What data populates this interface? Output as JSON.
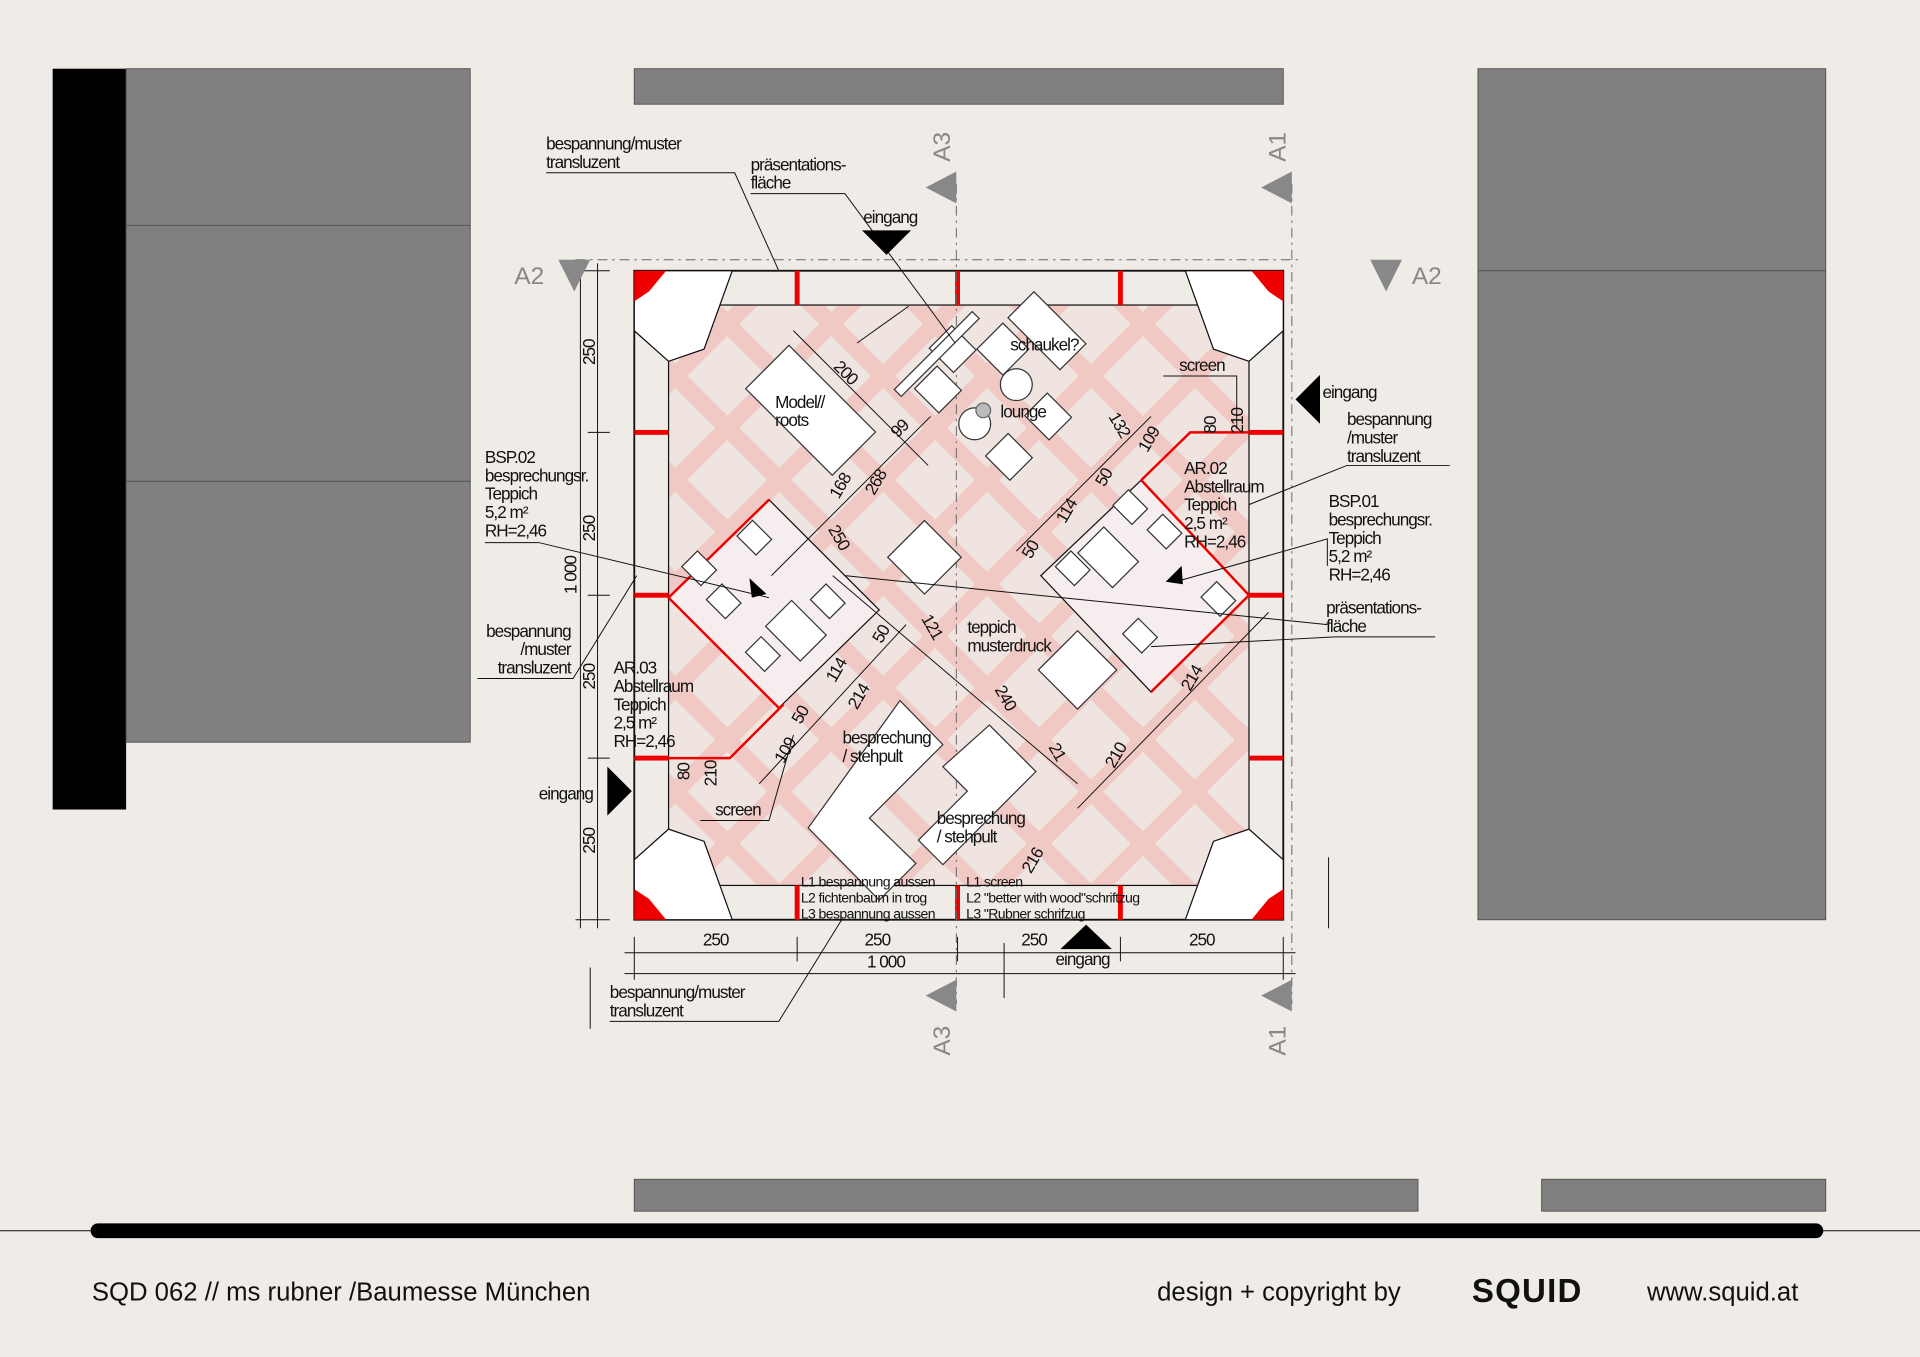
{
  "colors": {
    "background": "#efebe6",
    "block": "#808080",
    "accent": "#e00000",
    "carpet": "#f0cfca"
  },
  "sections": {
    "a1_top": "A1",
    "a1_bottom": "A1",
    "a2_left": "A2",
    "a2_right": "A2",
    "a3_top": "A3",
    "a3_bottom": "A3"
  },
  "entrances": {
    "top": "eingang",
    "right": "eingang",
    "left": "eingang",
    "bottom": "eingang"
  },
  "labels": {
    "bespannung_top": [
      "bespannung/muster",
      "transluzent"
    ],
    "praes_top": [
      "präsentations-",
      "fläche"
    ],
    "bsp02": [
      "BSP.02",
      "besprechungsr.",
      "Teppich",
      "5,2  m²",
      "RH=2,46"
    ],
    "bespannung_left": [
      "bespannung",
      "/muster",
      "transluzent"
    ],
    "ar03": [
      "AR.03",
      "Abstellraum",
      "Teppich",
      "2,5  m²",
      "RH=2,46"
    ],
    "screen_left": "screen",
    "model": [
      "Model//",
      "roots"
    ],
    "schaukel": "schaukel?",
    "lounge": "lounge",
    "screen_right": "screen",
    "bespannung_right": [
      "bespannung",
      "/muster",
      "transluzent"
    ],
    "ar02": [
      "AR.02",
      "Abstellraum",
      "Teppich",
      "2,5  m²",
      "RH=2,46"
    ],
    "bsp01": [
      "BSP.01",
      "besprechungsr.",
      "Teppich",
      "5,2  m²",
      "RH=2,46"
    ],
    "praes_right": [
      "präsentations-",
      "fläche"
    ],
    "teppich": [
      "teppich",
      "musterdruck"
    ],
    "stehpult1": [
      "besprechung",
      "/ stehpult"
    ],
    "stehpult2": [
      "besprechung",
      "/ stehpult"
    ],
    "legend_left": [
      "L1 bespannung  aussen",
      "L2 fichtenbaum in trog",
      "L3 bespannung aussen"
    ],
    "legend_right": [
      "L1 screen",
      "L2 \"better  with  wood\"schriftzug",
      "L3 \"Rubner schrifzug"
    ],
    "bespannung_bottom": [
      "bespannung/muster",
      "transluzent"
    ]
  },
  "dimensions": {
    "bottom": [
      "250",
      "250",
      "250",
      "250"
    ],
    "bottom_total": "1 000",
    "left": [
      "250",
      "250",
      "250",
      "250"
    ],
    "left_total": "1 000",
    "diagonal": [
      "200",
      "99",
      "168",
      "268",
      "250",
      "132",
      "109",
      "50",
      "114",
      "50",
      "80",
      "210",
      "121",
      "50",
      "114",
      "214",
      "50",
      "109",
      "240",
      "21",
      "210",
      "216",
      "214",
      "80",
      "210"
    ]
  },
  "footer": {
    "project": "SQD 062 // ms rubner  /Baumesse München",
    "credit": "design + copyright  by",
    "logo": "SQUID",
    "url": "www.squid.at"
  }
}
